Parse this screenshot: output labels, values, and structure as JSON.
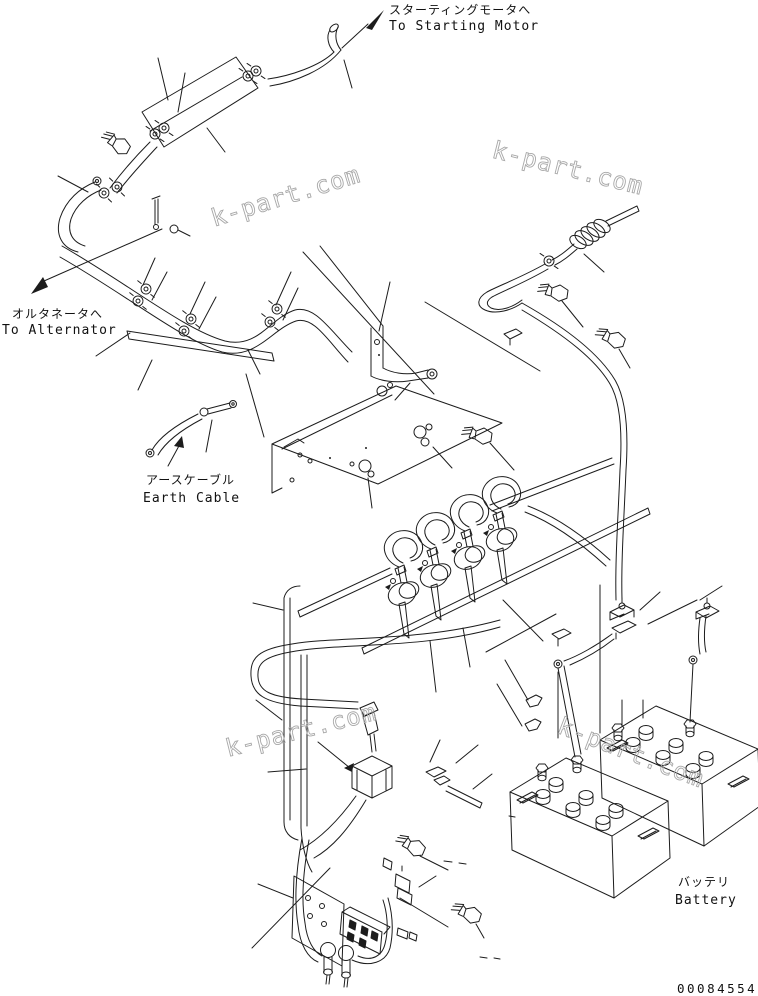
{
  "diagram": {
    "part_number": "00084554",
    "watermark_text": "k-part.com",
    "line_color": "#1c1c1c",
    "watermark_color": "#a8a8a8",
    "background_color": "#ffffff",
    "labels": {
      "starting_motor_jp": "スターティングモータへ",
      "starting_motor_en": "To Starting Motor",
      "alternator_jp": "オルタネータへ",
      "alternator_en": "To Alternator",
      "earth_cable_jp": "アースケーブル",
      "earth_cable_en": "Earth Cable",
      "battery_jp": "バッテリ",
      "battery_en": "Battery"
    }
  }
}
